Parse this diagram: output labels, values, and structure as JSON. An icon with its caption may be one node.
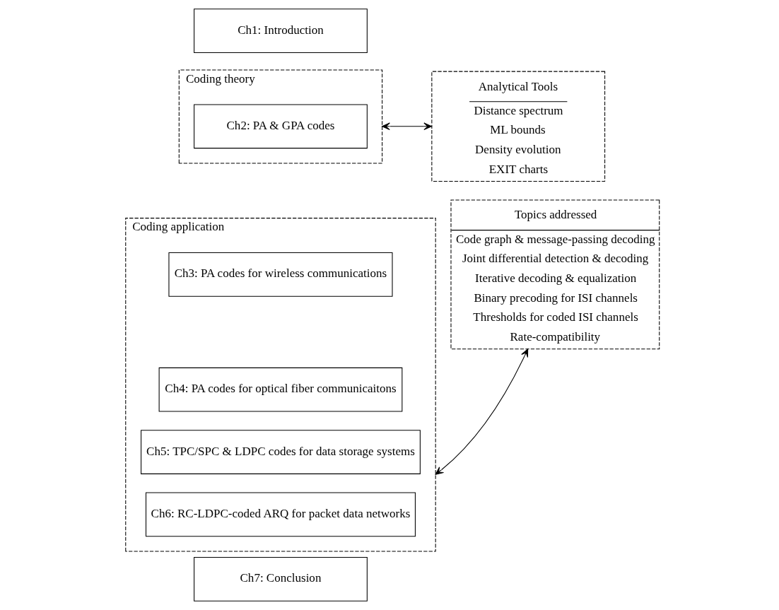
{
  "diagram": {
    "nodes": [
      {
        "text": [
          "Ch1: Introduction"
        ]
      },
      {
        "text": [
          "Coding theory"
        ]
      },
      {
        "text": [
          "Ch2: PA & GPA codes"
        ],
        "in": 1
      },
      {
        "text": [
          "Coding application"
        ]
      },
      {
        "text": [
          "Ch3: PA codes for wireless communications"
        ],
        "in": 3
      },
      {
        "text": [
          "Ch4: PA codes for optical fiber communicaitons"
        ],
        "in": 3
      },
      {
        "text": [
          "Ch5: TPC/SPC & LDPC codes for data storage systems"
        ],
        "in": 3
      },
      {
        "text": [
          "Ch6: RC-LDPC-coded ARQ for packet data networks"
        ],
        "in": 3
      },
      {
        "text": [
          "Ch7: Conclusion"
        ]
      },
      {
        "text": [
          "Analytical Tools",
          "Distance spectrum",
          "ML bounds",
          "Density evolution",
          "EXIT charts"
        ]
      },
      {
        "text": [
          "Topics addressed",
          "Code graph & message-passing decoding",
          "Joint differential detection & decoding",
          "Iterative decoding & equalization",
          "Binary precoding for ISI channels",
          "Thresholds for coded ISI channels",
          "Rate-compatibility"
        ]
      }
    ],
    "edges": [
      {
        "from": 1,
        "to": 9,
        "arrow": "both"
      },
      {
        "from": 3,
        "to": 10,
        "arrow": "both"
      }
    ]
  }
}
